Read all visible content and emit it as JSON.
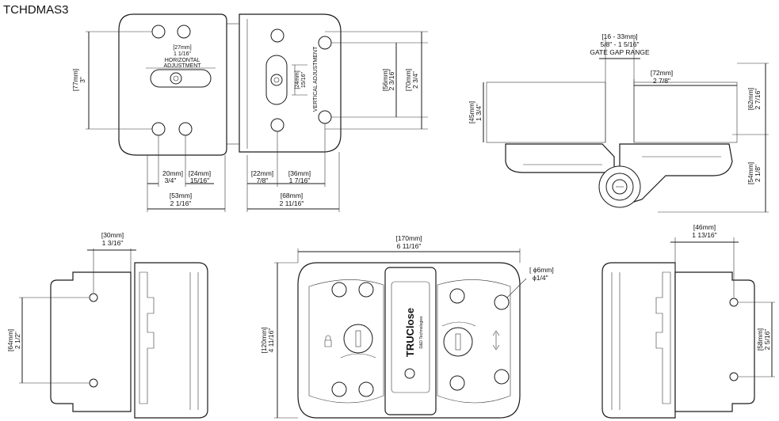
{
  "title": "TCHDMAS3",
  "views": {
    "top_left": {
      "horiz_adj_mm": "[27mm]",
      "horiz_adj_in": "1 1/16\"",
      "horiz_label_1": "HORIZONTAL",
      "horiz_label_2": "ADJUSTMENT",
      "vert_label": "VERTICAL ADJUSTMENT",
      "d77_mm": "[77mm]",
      "d77_in": "3\"",
      "d56_mm": "[56mm]",
      "d56_in": "2 3/16\"",
      "d70_mm": "[70mm]",
      "d70_in": "2 3/4\"",
      "d24v_mm": "[24mm]",
      "d24v_in": "15/16\"",
      "d20_mm": "20mm]",
      "d20_in": "3/4\"",
      "d24_mm": "[24mm]",
      "d24_in": "15/16\"",
      "d22_mm": "[22mm]",
      "d22_in": "7/8\"",
      "d36_mm": "[36mm]",
      "d36_in": "1 7/16\"",
      "d53_mm": "[53mm]",
      "d53_in": "2 1/16\"",
      "d68_mm": "[68mm]",
      "d68_in": "2 11/16\""
    },
    "top_right": {
      "gap_mm": "[16 - 33mm]",
      "gap_in": "5/8\" - 1 5/16\"",
      "gap_label": "GATE GAP RANGE",
      "d72_mm": "[72mm]",
      "d72_in": "2 7/8\"",
      "d45_mm": "[45mm]",
      "d45_in": "1 3/4\"",
      "d62_mm": "[62mm]",
      "d62_in": "2 7/16\"",
      "d54_mm": "[54mm]",
      "d54_in": "2 1/8\""
    },
    "bottom_left": {
      "d30_mm": "[30mm]",
      "d30_in": "1 3/16\"",
      "d64_mm": "[64mm]",
      "d64_in": "2 1/2\""
    },
    "bottom_center": {
      "d170_mm": "[170mm]",
      "d170_in": "6 11/16\"",
      "d120_mm": "[120mm]",
      "d120_in": "4 11/16\"",
      "dia_mm": "[ ϕ6mm]",
      "dia_in": "ϕ1/4\"",
      "brand": "TRUClose",
      "brand_sub": "D&D Technologies"
    },
    "bottom_right": {
      "d46_mm": "[46mm]",
      "d46_in": "1 13/16\"",
      "d58_mm": "[58mm]",
      "d58_in": "2 5/16\""
    }
  }
}
